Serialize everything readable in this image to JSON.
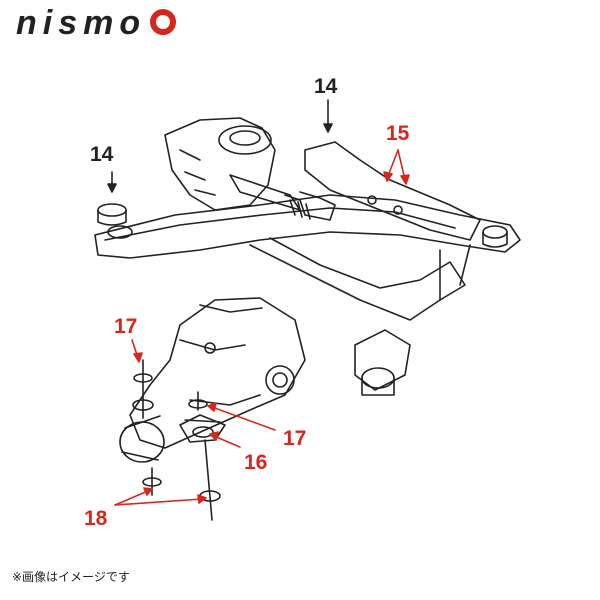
{
  "brand": {
    "logo_text": "nismo",
    "logo_text_color": "#222222",
    "logo_accent_color": "#d9261c"
  },
  "callouts": {
    "c14_left": "14",
    "c14_top": "14",
    "c15": "15",
    "c17_left": "17",
    "c17_right": "17",
    "c16": "16",
    "c18": "18"
  },
  "colors": {
    "callout_black": "#222222",
    "callout_red": "#d9261c",
    "line": "#222222"
  },
  "footer": {
    "note": "※画像はイメージです"
  }
}
